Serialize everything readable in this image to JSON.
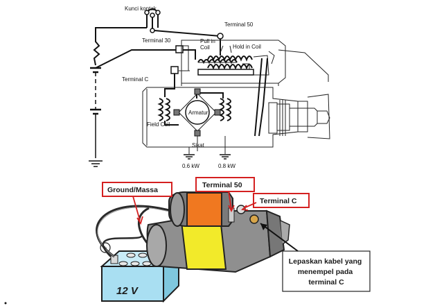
{
  "schematic": {
    "labels": {
      "kunci_kontak": "Kunci kontak",
      "terminal_50": "Terminal 50",
      "terminal_30": "Terminal 30",
      "pull_in_coil": [
        "Pull in",
        "Coil"
      ],
      "hold_in_coil": "Hold in Coil",
      "terminal_c": "Terminal C",
      "armature": "Armatur",
      "field_coil": "Field Coil",
      "sikat": "Sikat",
      "kw_left": "0.6 kW",
      "kw_right": "0.8 kW"
    }
  },
  "illustration": {
    "callouts": {
      "ground": "Ground/Massa",
      "terminal_50": "Terminal 50",
      "terminal_c": "Terminal C",
      "lepaskan": [
        "Lepaskan kabel yang",
        "menempel pada",
        "terminal C"
      ]
    },
    "battery": {
      "voltage": "12 V",
      "plus": "+",
      "minus": "−"
    }
  },
  "colors": {
    "callout_border": "#d42020",
    "solenoid": "#f07820",
    "motor_band": "#f2ea2a",
    "battery": "#a9dff2",
    "motor_body": "#9a9a9a"
  }
}
